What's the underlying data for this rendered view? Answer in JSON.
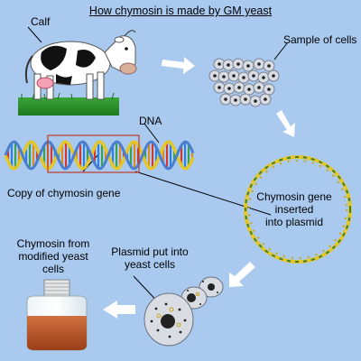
{
  "title": "How chymosin is made by GM yeast",
  "labels": {
    "calf": "Calf",
    "sample_cells": "Sample of cells",
    "dna": "DNA",
    "copy_gene": "Copy of chymosin gene",
    "inserted_line1": "Chymosin gene",
    "inserted_line2": "inserted",
    "inserted_line3": "into plasmid",
    "plasmid_line1": "Plasmid put into",
    "plasmid_line2": "yeast cells",
    "chymosin_line1": "Chymosin from",
    "chymosin_line2": "modified yeast",
    "chymosin_line3": "cells"
  },
  "colors": {
    "background": "#a9c9ef",
    "arrow": "#ffffff",
    "highlight_box": "#c0392b",
    "helix_outer": "#e2c62a",
    "helix_inner": "#4a7fd0",
    "cell_fill": "#d9dde3",
    "liquid": "#b8562a"
  }
}
